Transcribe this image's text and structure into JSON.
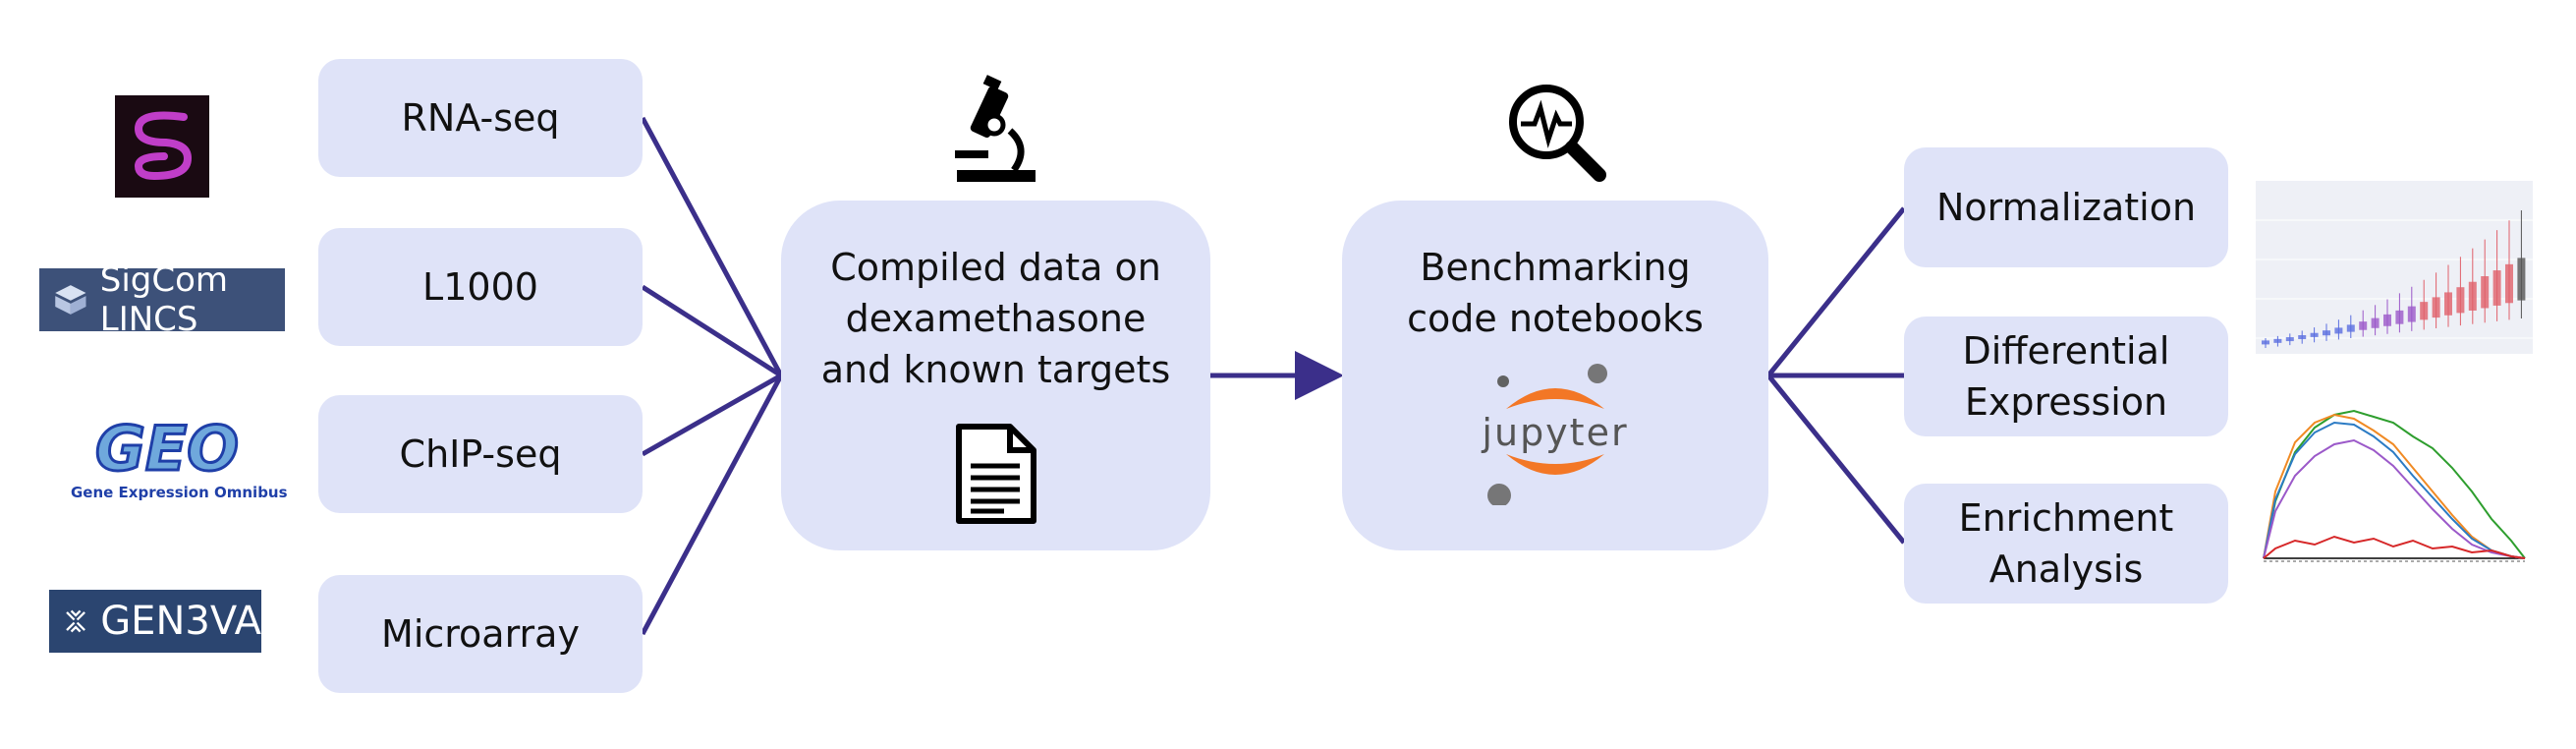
{
  "sources": [
    {
      "label": "RNA-seq"
    },
    {
      "label": "L1000"
    },
    {
      "label": "ChIP-seq"
    },
    {
      "label": "Microarray"
    }
  ],
  "logos": {
    "lincs": "SigCom LINCS",
    "geo_title": "GEO",
    "geo_sub": "Gene Expression Omnibus",
    "gen3va": "GEN3VA"
  },
  "compiled": {
    "line1": "Compiled data on",
    "line2": "dexamethasone",
    "line3": "and known targets"
  },
  "benchmark": {
    "line1": "Benchmarking",
    "line2": "code notebooks",
    "logo_text": "jupyter"
  },
  "outputs": [
    {
      "line1": "Normalization",
      "line2": ""
    },
    {
      "line1": "Differential",
      "line2": "Expression"
    },
    {
      "line1": "Enrichment",
      "line2": "Analysis"
    }
  ],
  "icons": {
    "microscope": "microscope-icon",
    "search": "search-pulse-icon",
    "document": "document-icon",
    "jupyter": "jupyter-logo"
  },
  "colors": {
    "box": "#dfe3f8",
    "arrow": "#3b2f8a"
  }
}
